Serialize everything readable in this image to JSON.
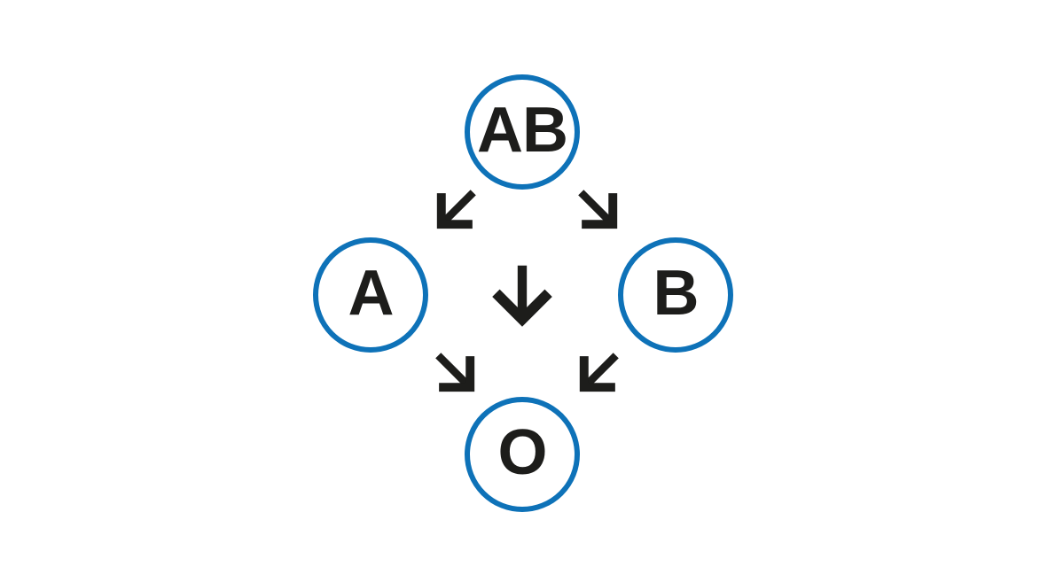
{
  "diagram": {
    "nodes": [
      {
        "id": "AB",
        "label": "AB"
      },
      {
        "id": "A",
        "label": "A"
      },
      {
        "id": "B",
        "label": "B"
      },
      {
        "id": "O",
        "label": "O"
      }
    ],
    "edges": [
      {
        "from": "AB",
        "to": "A",
        "icon": "arrow-down-left-icon"
      },
      {
        "from": "AB",
        "to": "B",
        "icon": "arrow-down-right-icon"
      },
      {
        "from": "AB",
        "to": "O",
        "icon": "arrow-down-icon"
      },
      {
        "from": "A",
        "to": "O",
        "icon": "arrow-down-right-icon"
      },
      {
        "from": "B",
        "to": "O",
        "icon": "arrow-down-left-icon"
      }
    ],
    "colors": {
      "circle_stroke": "#0e72b8",
      "ink": "#1d1d1b",
      "background": "#ffffff"
    }
  }
}
